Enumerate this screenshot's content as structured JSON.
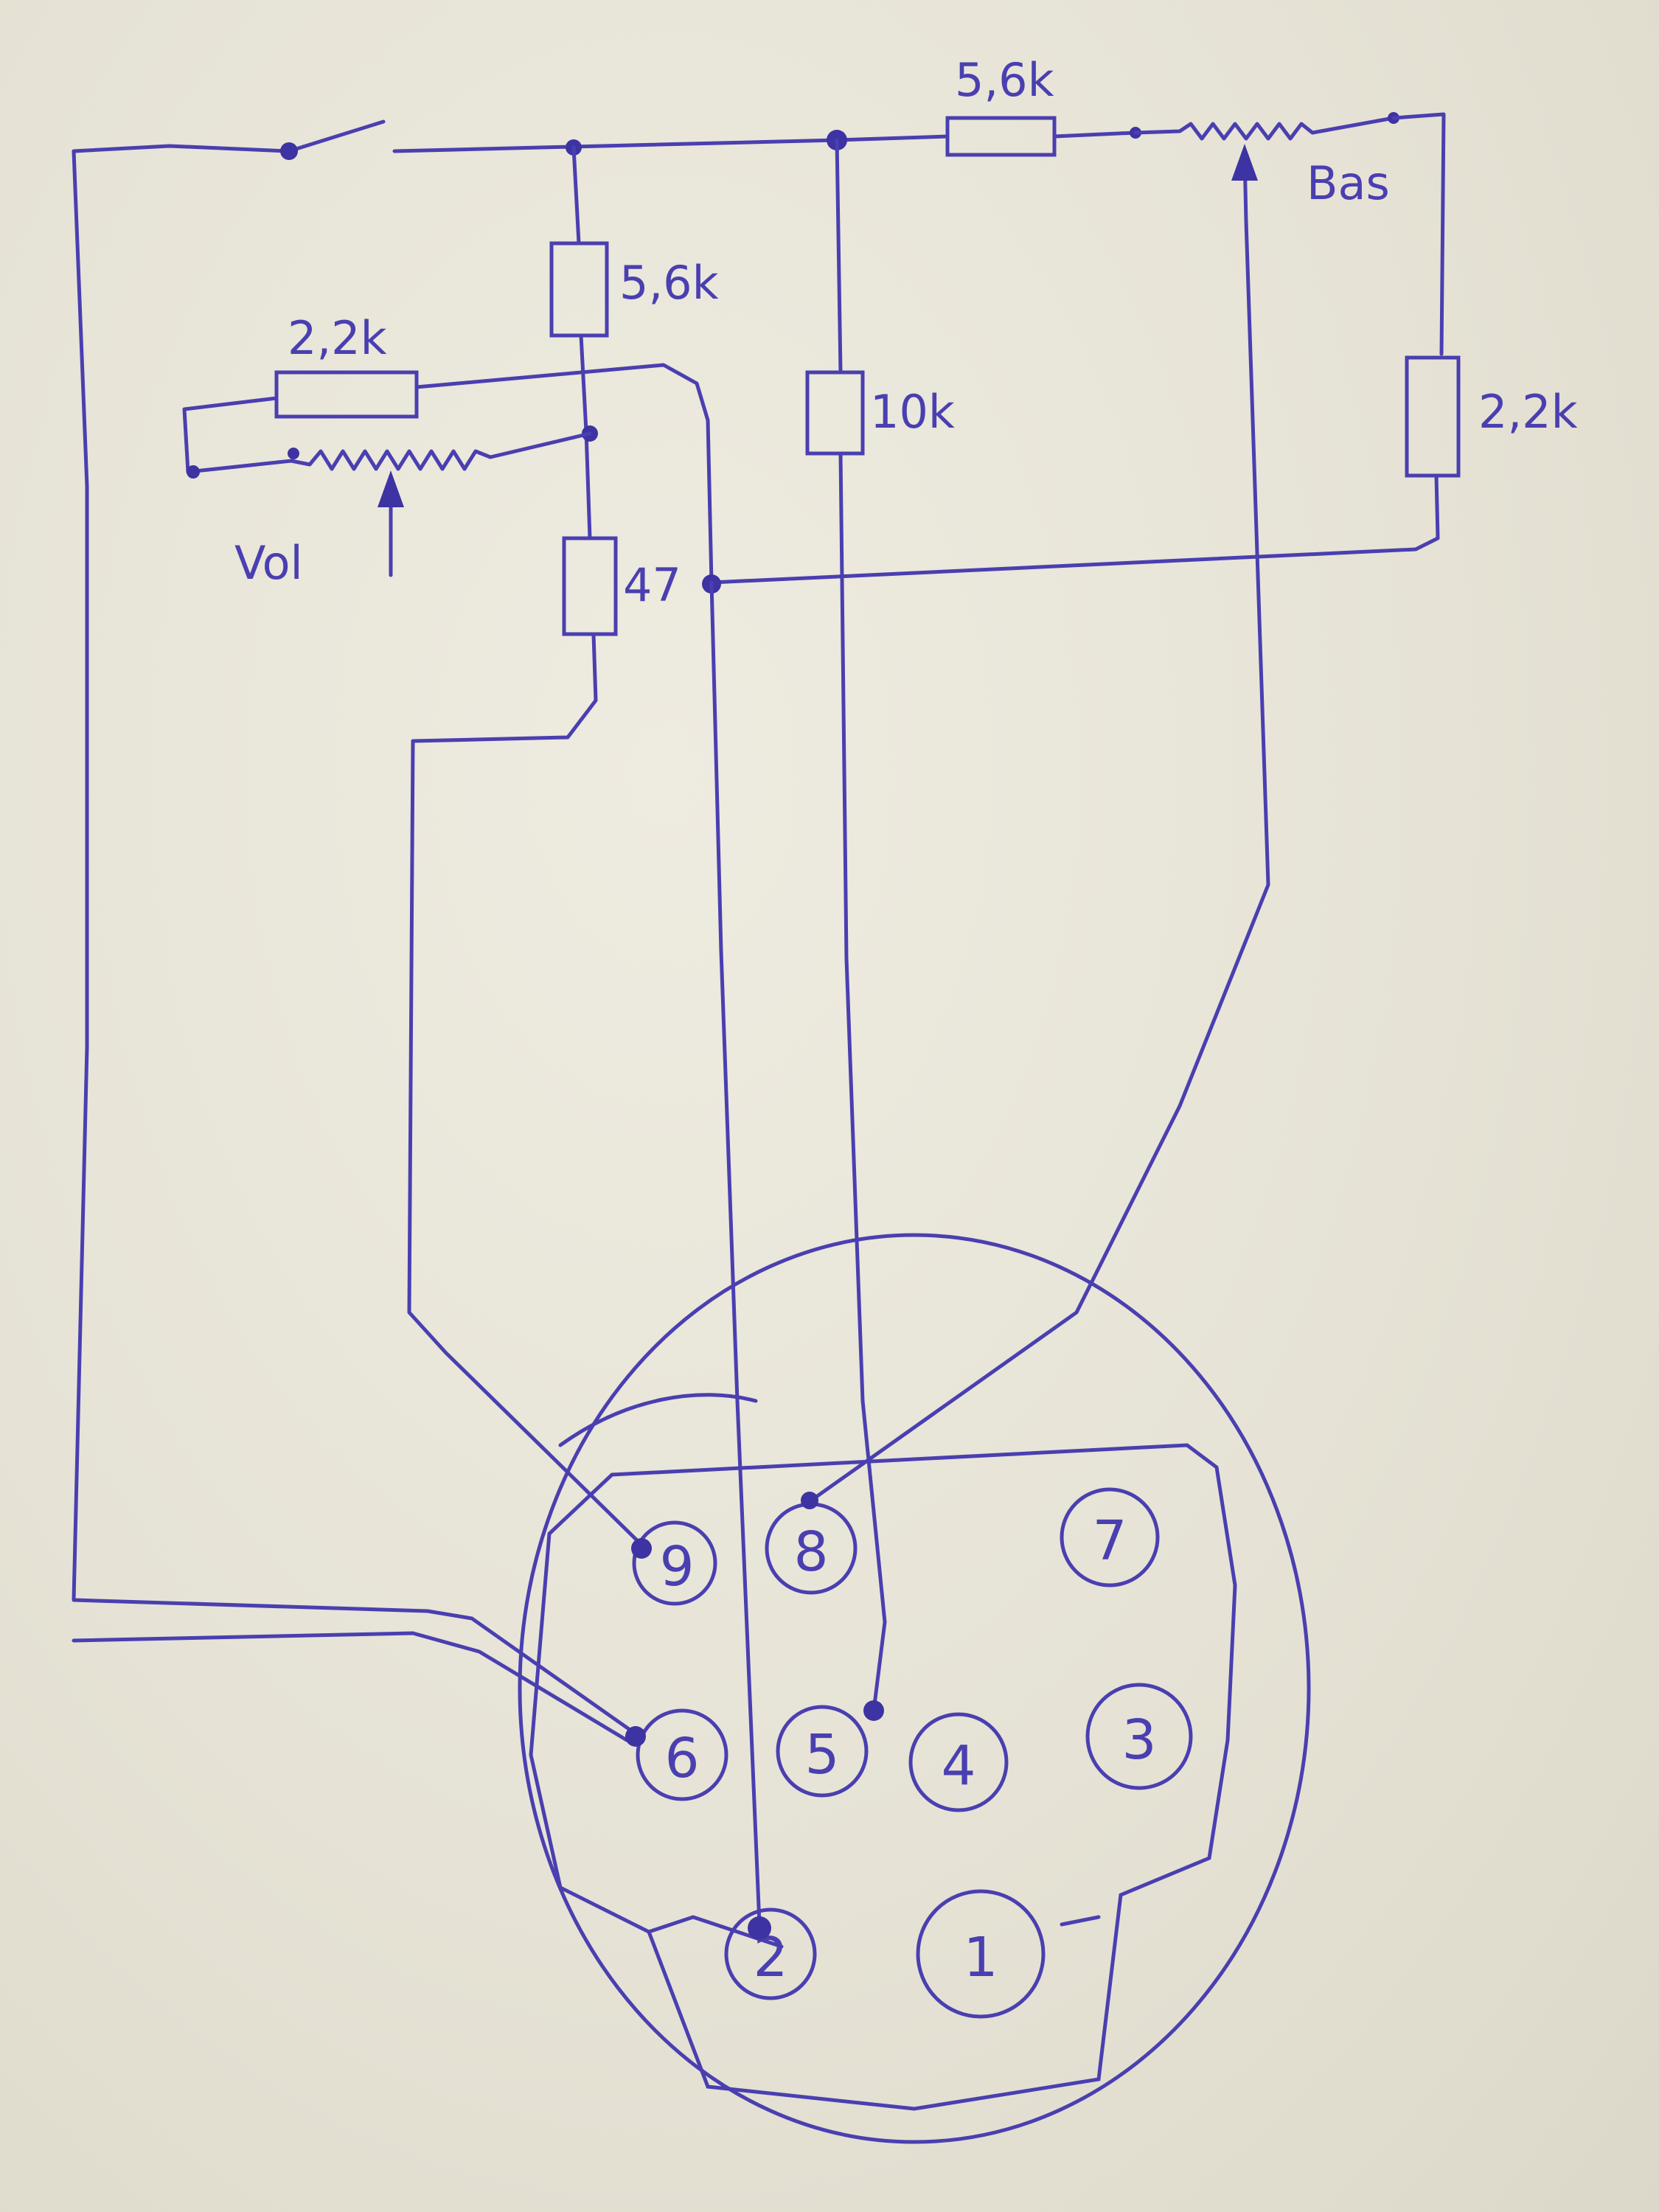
{
  "labels": {
    "r_top_right": "5,6k",
    "r_mid_left": "5,6k",
    "r_left": "2,2k",
    "r_10k": "10k",
    "r_47": "47",
    "r_right": "2,2k",
    "pot_vol": "Vol",
    "pot_bas": "Bas"
  },
  "connector": {
    "pins": [
      "9",
      "8",
      "7",
      "6",
      "5",
      "4",
      "3",
      "2",
      "1"
    ]
  },
  "colors": {
    "ink": "#4a3fb0",
    "paper": "#e6e3d6"
  }
}
